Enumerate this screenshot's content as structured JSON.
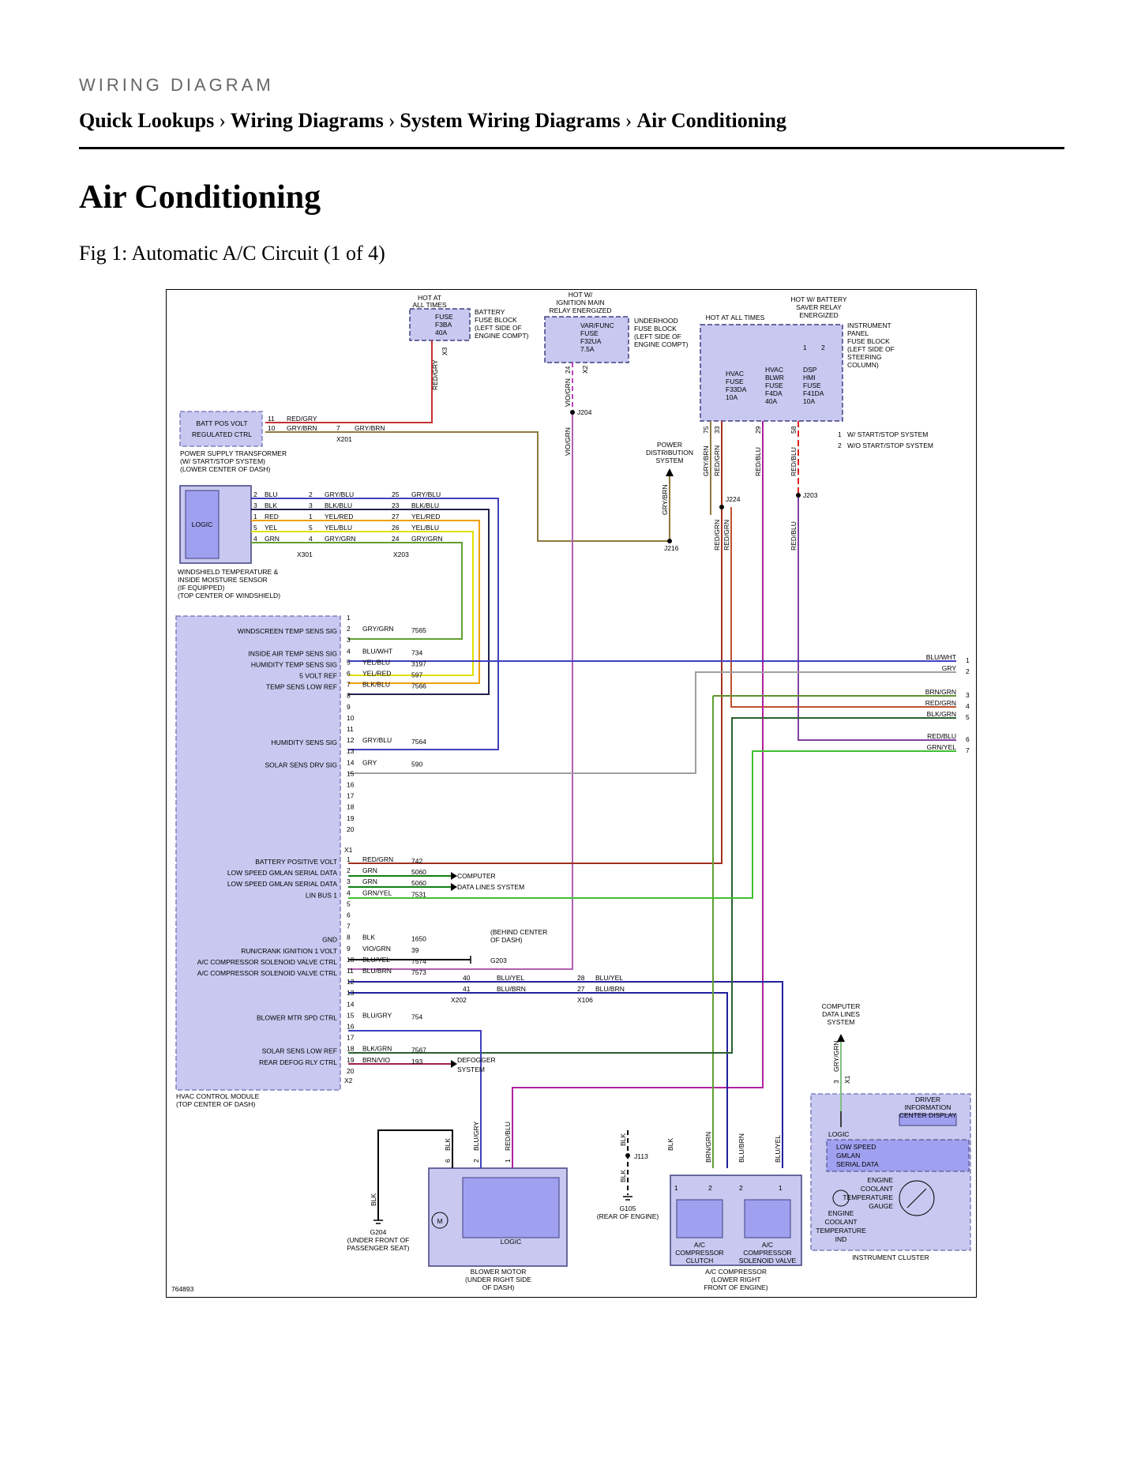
{
  "header": {
    "eyebrow": "WIRING DIAGRAM",
    "breadcrumb": [
      "Quick Lookups",
      "Wiring Diagrams",
      "System Wiring Diagrams",
      "Air Conditioning"
    ],
    "separator": "›"
  },
  "page_title": "Air Conditioning",
  "figure_caption": "Fig 1: Automatic A/C Circuit (1 of 4)",
  "diagram": {
    "figure_id": "764893",
    "colors": {
      "module_fill": "#c8c8f0",
      "module_stroke": "#8080c0",
      "logic_fill": "#a0a0f0"
    },
    "fuse_blocks": {
      "battery": {
        "heading": [
          "HOT AT",
          "ALL TIMES"
        ],
        "fuse": [
          "FUSE",
          "F3BA",
          "40A"
        ],
        "label": [
          "BATTERY",
          "FUSE BLOCK",
          "(LEFT SIDE OF",
          "ENGINE COMPT)"
        ],
        "connector": "X3",
        "wire": "RED/GRY"
      },
      "underhood": {
        "heading": [
          "HOT W/",
          "IGNITION MAIN",
          "RELAY ENERGIZED"
        ],
        "fuse": [
          "VAR/FUNC",
          "FUSE",
          "F32UA",
          "7.5A"
        ],
        "label": [
          "UNDERHOOD",
          "FUSE BLOCK",
          "(LEFT SIDE OF",
          "ENGINE COMPT)"
        ],
        "connector": "X2",
        "pin": "24",
        "wire": "VIO/GRN",
        "splice": "J204"
      },
      "instrument_panel": {
        "heading_left": "HOT AT ALL TIMES",
        "heading_right": [
          "HOT W/ BATTERY",
          "SAVER RELAY",
          "ENERGIZED"
        ],
        "fuses": [
          [
            "HVAC",
            "FUSE",
            "F33DA",
            "10A"
          ],
          [
            "HVAC",
            "BLWR",
            "FUSE",
            "F4DA",
            "40A"
          ],
          [
            "DSP",
            "HMI",
            "FUSE",
            "F41DA",
            "10A"
          ]
        ],
        "label": [
          "INSTRUMENT",
          "PANEL",
          "FUSE BLOCK",
          "(LEFT SIDE OF",
          "STEERING",
          "COLUMN)"
        ],
        "pins": [
          "75",
          "33",
          "29",
          "58"
        ],
        "wires": [
          "GRY/BRN",
          "RED/GRN",
          "RED/BLU",
          "RED/BLU"
        ],
        "markers": [
          "1",
          "2"
        ]
      }
    },
    "legend": [
      {
        "num": "1",
        "text": "W/ START/STOP SYSTEM"
      },
      {
        "num": "2",
        "text": "W/O START/STOP SYSTEM"
      }
    ],
    "power_distribution": [
      "POWER",
      "DISTRIBUTION",
      "SYSTEM"
    ],
    "splices": {
      "j216": "J216",
      "j224": "J224",
      "j203": "J203",
      "j113": "J113",
      "x201": "X201",
      "x301": "X301",
      "x203": "X203",
      "x202": "X202",
      "x106": "X106"
    },
    "batt_transformer": {
      "box": [
        "BATT POS VOLT",
        "REGULATED CTRL"
      ],
      "label": [
        "POWER SUPPLY TRANSFORMER",
        "(W/ START/STOP SYSTEM)",
        "(LOWER CENTER OF DASH)"
      ],
      "pins": [
        {
          "pin": "11",
          "wire": "RED/GRY"
        },
        {
          "pin": "10",
          "wire": "GRY/BRN",
          "pin2": "7",
          "wire2": "GRY/BRN"
        }
      ]
    },
    "windshield_sensor": {
      "logic": "LOGIC",
      "label": [
        "WINDSHIELD TEMPERATURE &",
        "INSIDE MOISTURE SENSOR",
        "(IF EQUIPPED)",
        "(TOP CENTER OF WINDSHIELD)"
      ],
      "rows": [
        {
          "p1": "2",
          "w1": "BLU",
          "p2": "2",
          "w2": "GRY/BLU",
          "p3": "25",
          "w3": "GRY/BLU"
        },
        {
          "p1": "3",
          "w1": "BLK",
          "p2": "3",
          "w2": "BLK/BLU",
          "p3": "23",
          "w3": "BLK/BLU"
        },
        {
          "p1": "1",
          "w1": "RED",
          "p2": "1",
          "w2": "YEL/RED",
          "p3": "27",
          "w3": "YEL/RED"
        },
        {
          "p1": "5",
          "w1": "YEL",
          "p2": "5",
          "w2": "YEL/BLU",
          "p3": "26",
          "w3": "YEL/BLU"
        },
        {
          "p1": "4",
          "w1": "GRN",
          "p2": "4",
          "w2": "GRY/GRN",
          "p3": "24",
          "w3": "GRY/GRN"
        }
      ]
    },
    "hvac_module": {
      "label": [
        "HVAC CONTROL MODULE",
        "(TOP CENTER OF DASH)"
      ],
      "x1_pins": [
        {
          "pin": "1"
        },
        {
          "pin": "2",
          "name": "WINDSCREEN TEMP SENS SIG",
          "wire": "GRY/GRN",
          "circuit": "7565"
        },
        {
          "pin": "3"
        },
        {
          "pin": "4",
          "name": "INSIDE AIR TEMP SENS SIG",
          "wire": "BLU/WHT",
          "circuit": "734"
        },
        {
          "pin": "5",
          "name": "HUMIDITY TEMP SENS SIG",
          "wire": "YEL/BLU",
          "circuit": "3197"
        },
        {
          "pin": "6",
          "name": "5 VOLT REF",
          "wire": "YEL/RED",
          "circuit": "597"
        },
        {
          "pin": "7",
          "name": "TEMP SENS LOW REF",
          "wire": "BLK/BLU",
          "circuit": "7566"
        },
        {
          "pin": "8"
        },
        {
          "pin": "9"
        },
        {
          "pin": "10"
        },
        {
          "pin": "11"
        },
        {
          "pin": "12",
          "name": "HUMIDITY SENS SIG",
          "wire": "GRY/BLU",
          "circuit": "7564"
        },
        {
          "pin": "13"
        },
        {
          "pin": "14",
          "name": "SOLAR SENS DRV SIG",
          "wire": "GRY",
          "circuit": "590"
        },
        {
          "pin": "15"
        },
        {
          "pin": "16"
        },
        {
          "pin": "17"
        },
        {
          "pin": "18"
        },
        {
          "pin": "19"
        },
        {
          "pin": "20"
        }
      ],
      "x1_label": "X1",
      "x2_pins": [
        {
          "pin": "1",
          "name": "BATTERY POSITIVE VOLT",
          "wire": "RED/GRN",
          "circuit": "742"
        },
        {
          "pin": "2",
          "name": "LOW SPEED GMLAN SERIAL DATA",
          "wire": "GRN",
          "circuit": "5060"
        },
        {
          "pin": "3",
          "name": "LOW SPEED GMLAN SERIAL DATA",
          "wire": "GRN",
          "circuit": "5060"
        },
        {
          "pin": "4",
          "name": "LIN BUS 1",
          "wire": "GRN/YEL",
          "circuit": "7531"
        },
        {
          "pin": "5"
        },
        {
          "pin": "6"
        },
        {
          "pin": "7"
        },
        {
          "pin": "8",
          "name": "GND",
          "wire": "BLK",
          "circuit": "1650"
        },
        {
          "pin": "9",
          "name": "RUN/CRANK IGNITION 1 VOLT",
          "wire": "VIO/GRN",
          "circuit": "39"
        },
        {
          "pin": "10",
          "name": "A/C COMPRESSOR SOLENOID VALVE CTRL",
          "wire": "BLU/YEL",
          "circuit": "7574"
        },
        {
          "pin": "11",
          "name": "A/C COMPRESSOR SOLENOID VALVE CTRL",
          "wire": "BLU/BRN",
          "circuit": "7573"
        },
        {
          "pin": "12"
        },
        {
          "pin": "13"
        },
        {
          "pin": "14"
        },
        {
          "pin": "15",
          "name": "BLOWER MTR SPD CTRL",
          "wire": "BLU/GRY",
          "circuit": "754"
        },
        {
          "pin": "16"
        },
        {
          "pin": "17"
        },
        {
          "pin": "18",
          "name": "SOLAR SENS LOW REF",
          "wire": "BLK/GRN",
          "circuit": "7567"
        },
        {
          "pin": "19",
          "name": "REAR DEFOG RLY CTRL",
          "wire": "BRN/VIO",
          "circuit": "193"
        },
        {
          "pin": "20"
        }
      ],
      "x2_label": "X2"
    },
    "computer_data_lines": [
      "COMPUTER",
      "DATA LINES SYSTEM"
    ],
    "defogger": [
      "DEFOGGER",
      "SYSTEM"
    ],
    "g203": {
      "name": "G203",
      "note": [
        "(BEHIND CENTER",
        "OF DASH)"
      ]
    },
    "x202_pins": [
      {
        "a": "40",
        "wire": "BLU/YEL",
        "b": "28",
        "wire2": "BLU/YEL"
      },
      {
        "a": "41",
        "wire": "BLU/BRN",
        "b": "27",
        "wire2": "BLU/BRN"
      }
    ],
    "right_edge": [
      {
        "wire": "BLU/WHT",
        "num": "1"
      },
      {
        "wire": "GRY",
        "num": "2"
      },
      {
        "wire": "BRN/GRN",
        "num": "3"
      },
      {
        "wire": "RED/GRN",
        "num": "4"
      },
      {
        "wire": "BLK/GRN",
        "num": "5"
      },
      {
        "wire": "RED/BLU",
        "num": "6"
      },
      {
        "wire": "GRN/YEL",
        "num": "7"
      }
    ],
    "j216_wire": "GRY/BRN",
    "j224_wires": [
      "RED/GRN",
      "RED/GRN"
    ],
    "j203_wire": "RED/BLU",
    "blower_motor": {
      "logic": "LOGIC",
      "motor": "M",
      "label": [
        "BLOWER MOTOR",
        "(UNDER RIGHT SIDE",
        "OF DASH)"
      ],
      "pins": [
        {
          "pin": "6",
          "wire": "BLK"
        },
        {
          "pin": "2",
          "wire": "BLU/GRY"
        },
        {
          "pin": "1",
          "wire": "RED/BLU"
        }
      ]
    },
    "g204": {
      "wire": "BLK",
      "name": "G204",
      "note": [
        "(UNDER FRONT OF",
        "PASSENGER SEAT)"
      ]
    },
    "g105": {
      "wires": [
        "BLK",
        "BLK"
      ],
      "name": "G105",
      "note": "(REAR OF ENGINE)"
    },
    "ac_compressor": {
      "wires": [
        "BLK",
        "BRN/GRN",
        "BLU/BRN",
        "BLU/YEL"
      ],
      "pins": [
        "1",
        "2",
        "2",
        "1"
      ],
      "clutch": [
        "A/C",
        "COMPRESSOR",
        "CLUTCH"
      ],
      "valve": [
        "A/C",
        "COMPRESSOR",
        "SOLENOID VALVE"
      ],
      "label": [
        "A/C COMPRESSOR",
        "(LOWER RIGHT",
        "FRONT OF ENGINE)"
      ]
    },
    "instrument_cluster": {
      "computer_data_lines": [
        "COMPUTER",
        "DATA LINES",
        "SYSTEM"
      ],
      "wire": "GRY/GRN",
      "pin": "3",
      "connector": "X1",
      "dic": [
        "DRIVER",
        "INFORMATION",
        "CENTER DISPLAY"
      ],
      "logic": "LOGIC",
      "gmlan": [
        "LOW SPEED",
        "GMLAN",
        "SERIAL DATA"
      ],
      "gauge": [
        "ENGINE",
        "COOLANT",
        "TEMPERATURE",
        "GAUGE"
      ],
      "ind": [
        "ENGINE",
        "COOLANT",
        "TEMPERATURE",
        "IND"
      ],
      "label": "INSTRUMENT CLUSTER"
    }
  }
}
